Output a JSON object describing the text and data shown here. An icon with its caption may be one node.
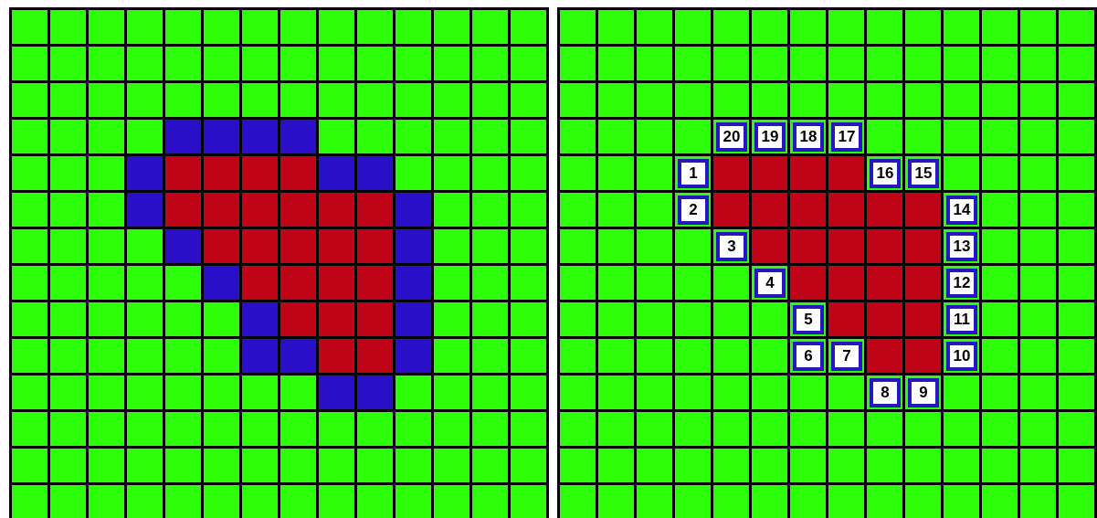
{
  "diagram": {
    "labels": [
      "20",
      "19",
      "18",
      "17",
      "1",
      "16",
      "15",
      "2",
      "14",
      "3",
      "13",
      "4",
      "12",
      "5",
      "11",
      "6",
      "7",
      "10",
      "8",
      "9"
    ]
  }
}
